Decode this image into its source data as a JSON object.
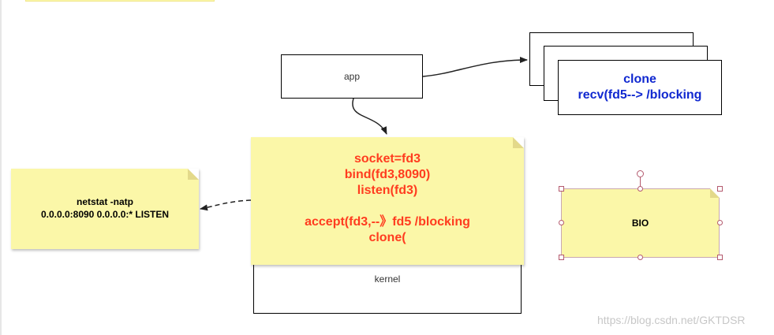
{
  "diagram": {
    "app_label": "app",
    "kernel_label": "kernel",
    "thread_card": {
      "lines": [
        "clone",
        "recv(fd5--> /blocking"
      ],
      "text_color": "#1028d0"
    },
    "kernel_note": {
      "lines": [
        "socket=fd3",
        "bind(fd3,8090)",
        "listen(fd3)",
        "",
        "accept(fd3,--》fd5  /blocking",
        "clone("
      ],
      "text_color": "#ff3c1f",
      "fill_color": "#fbf7a8"
    },
    "netstat_note": {
      "lines": [
        "netstat -natp",
        "0.0.0.0:8090  0.0.0.0:*  LISTEN"
      ]
    },
    "bio_label": "BIO"
  },
  "watermark": "https://blog.csdn.net/GKTDSR"
}
